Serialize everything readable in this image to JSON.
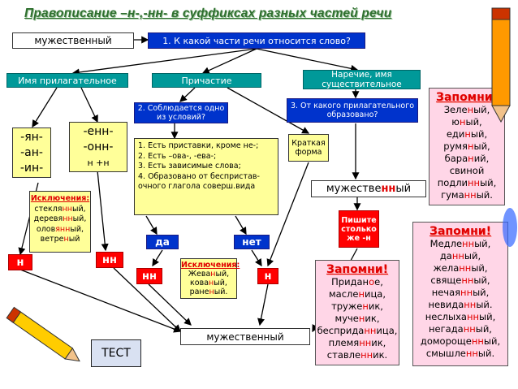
{
  "title": "Правописание –н-,-нн- в суффиксах разных частей речи",
  "start_word": "мужественный",
  "question1": "1. К какой части речи относится слово?",
  "branches": {
    "adjective": "Имя прилагательное",
    "participle": "Причастие",
    "adverb_noun": "Наречие, имя существительное"
  },
  "question2": "2. Соблюдается одно из условий?",
  "question3": "3. От какого прилагательного образовано?",
  "suffix_single": [
    "-ян-",
    "-ан-",
    "-ин-"
  ],
  "suffix_double": [
    "-енн-",
    "-онн-",
    "н +н"
  ],
  "conditions": [
    "1. Есть приставки, кроме не-;",
    "2. Есть –ова-, -ева-;",
    "3. Есть зависимые слова;",
    "4. Образовано от беспристав­очного глагола соверш.вида"
  ],
  "short_form": "Краткая форма",
  "example_word": {
    "pre": "мужестве",
    "key": "нн",
    "post": "ый"
  },
  "exceptions_adj": {
    "title": "Исключения:",
    "words": [
      {
        "pre": "стекля",
        "key": "нн",
        "post": "ый,"
      },
      {
        "pre": "деревя",
        "key": "нн",
        "post": "ый,"
      },
      {
        "pre": "олов",
        "key": "янн",
        "post": "ый,"
      },
      {
        "pre": "ветре",
        "key": "н",
        "post": "ый"
      }
    ]
  },
  "exceptions_part": {
    "title": "Исключения:",
    "words": [
      {
        "pre": "Жева",
        "key": "н",
        "post": "ый,"
      },
      {
        "pre": "кова",
        "key": "н",
        "post": "ый,"
      },
      {
        "pre": "ране",
        "key": "н",
        "post": "ый."
      }
    ]
  },
  "write_as": "Пишите столько же -н",
  "yes": "да",
  "no": "нет",
  "result_n": "н",
  "result_nn": "нн",
  "end_word": "мужественный",
  "test_button": "ТЕСТ",
  "remember1": {
    "title": "Запомни!",
    "words": [
      {
        "pre": "Зеле",
        "key": "н",
        "post": "ый,"
      },
      {
        "pre": "ю",
        "key": "н",
        "post": "ый,"
      },
      {
        "pre": "еди",
        "key": "н",
        "post": "ый,"
      },
      {
        "pre": "румя",
        "key": "н",
        "post": "ый,"
      },
      {
        "pre": "бара",
        "key": "н",
        "post": "ий,"
      },
      {
        "pre": "свино",
        "key": "",
        "post": "й"
      },
      {
        "pre": "подли",
        "key": "нн",
        "post": "ый,"
      },
      {
        "pre": "гума",
        "key": "нн",
        "post": "ый."
      }
    ]
  },
  "remember2": {
    "title": "Запомни!",
    "words": [
      {
        "pre": "Придан",
        "key": "о",
        "post": "е,"
      },
      {
        "pre": "масле",
        "key": "н",
        "post": "ица,"
      },
      {
        "pre": "труже",
        "key": "н",
        "post": "ик,"
      },
      {
        "pre": "муче",
        "key": "н",
        "post": "ик,"
      },
      {
        "pre": "бесприда",
        "key": "нн",
        "post": "ица,"
      },
      {
        "pre": "племя",
        "key": "нн",
        "post": "ик,"
      },
      {
        "pre": "ставле",
        "key": "нн",
        "post": "ик."
      }
    ]
  },
  "remember3": {
    "title": "Запомни!",
    "words": [
      {
        "pre": "Медле",
        "key": "нн",
        "post": "ый,"
      },
      {
        "pre": "да",
        "key": "нн",
        "post": "ый,"
      },
      {
        "pre": "жела",
        "key": "нн",
        "post": "ый,"
      },
      {
        "pre": "свяще",
        "key": "нн",
        "post": "ый,"
      },
      {
        "pre": "нечая",
        "key": "нн",
        "post": "ый,"
      },
      {
        "pre": "невида",
        "key": "нн",
        "post": "ый."
      },
      {
        "pre": "неслыха",
        "key": "нн",
        "post": "ый,"
      },
      {
        "pre": "негада",
        "key": "нн",
        "post": "ый,"
      },
      {
        "pre": "домороще",
        "key": "нн",
        "post": "ый,"
      },
      {
        "pre": "смышле",
        "key": "нн",
        "post": "ый."
      }
    ]
  },
  "colors": {
    "blue": "#0033cc",
    "teal": "#009999",
    "red": "#ff0000",
    "yellow": "#ffff99",
    "pink": "#ffd6e7"
  }
}
